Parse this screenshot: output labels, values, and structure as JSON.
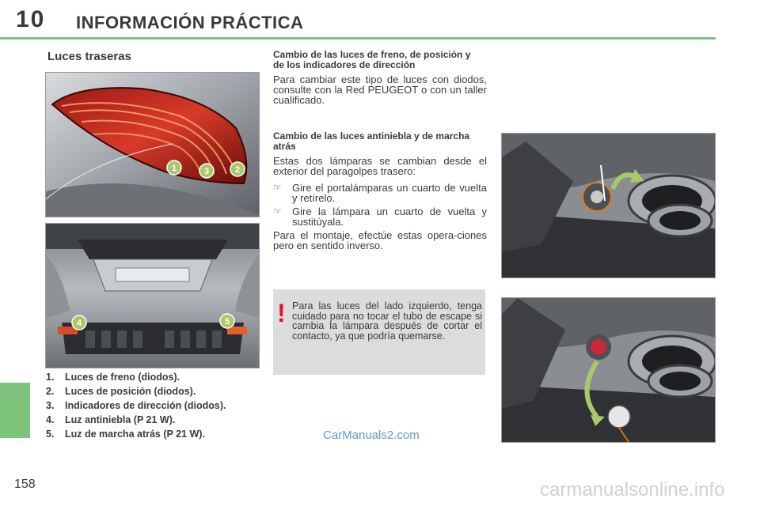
{
  "header": {
    "chapter_number": "10",
    "title": "INFORMACIÓN PRÁCTICA",
    "accent_color": "#7dc47a"
  },
  "page_number": "158",
  "section": {
    "heading": "Luces traseras"
  },
  "photo1": {
    "callouts": [
      "1",
      "3",
      "2"
    ]
  },
  "photo2": {
    "callouts": [
      "4",
      "5"
    ]
  },
  "legend": [
    {
      "num": "1.",
      "text": "Luces de freno (diodos)."
    },
    {
      "num": "2.",
      "text": "Luces de posición (diodos)."
    },
    {
      "num": "3.",
      "text": "Indicadores de dirección (diodos)."
    },
    {
      "num": "4.",
      "text": "Luz antiniebla (P 21 W)."
    },
    {
      "num": "5.",
      "text": "Luz de marcha atrás (P 21 W)."
    }
  ],
  "brake_section": {
    "heading": "Cambio de las luces de freno, de posición y de los indicadores de dirección",
    "body": "Para cambiar este tipo de luces con diodos, consulte con la Red PEUGEOT o con un taller cualificado."
  },
  "fog_section": {
    "heading": "Cambio de las luces antiniebla y de marcha atrás",
    "body": "Estas dos lámparas se cambian desde el exterior del paragolpes trasero:",
    "bullets": [
      "Gire el portalámparas un cuarto de vuelta y retírelo.",
      "Gire la lámpara un cuarto de vuelta y sustitúyala."
    ],
    "bullet_glyph": "☞",
    "closing": "Para el montaje, efectúe estas opera-ciones pero en sentido inverso."
  },
  "warning": {
    "mark": "!",
    "text": "Para las luces del lado izquierdo, tenga cuidado para no tocar el tubo de escape si cambia la lámpara después de cortar el contacto, ya que podría quemarse."
  },
  "watermarks": {
    "blue": "CarManuals2.com",
    "grey": "carmanualsonline.info"
  }
}
